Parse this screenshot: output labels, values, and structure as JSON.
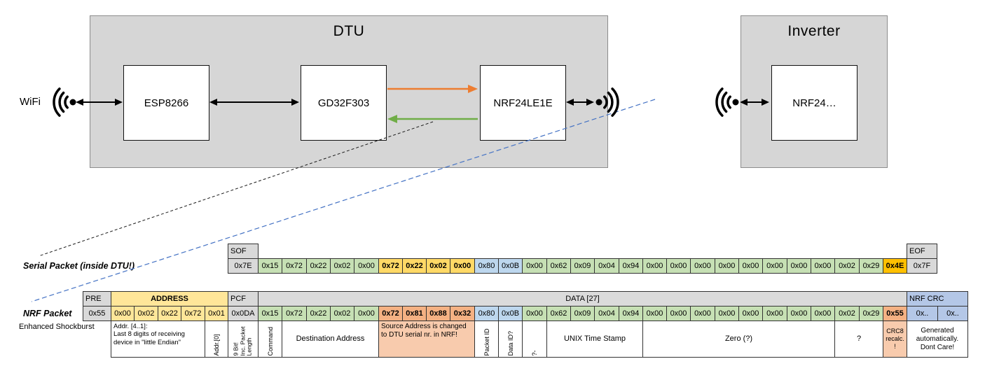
{
  "diagram": {
    "wifi_label": "WiFi",
    "dtu": {
      "title": "DTU",
      "chips": [
        "ESP8266",
        "GD32F303",
        "NRF24LE1E"
      ]
    },
    "inverter": {
      "title": "Inverter",
      "chip": "NRF24…"
    },
    "colors": {
      "orange_arrow": "#ED7D31",
      "green_arrow": "#70AD47",
      "blue_dashed": "#4472C4",
      "black": "#000000"
    }
  },
  "serial_packet": {
    "label": "Serial Packet (inside DTU!)",
    "sof_header": "SOF",
    "sof_value": "0x7E",
    "eof_header": "EOF",
    "eof_value": "0x7F",
    "bytes": [
      {
        "v": "0x15",
        "c": "green"
      },
      {
        "v": "0x72",
        "c": "green"
      },
      {
        "v": "0x22",
        "c": "green"
      },
      {
        "v": "0x02",
        "c": "green"
      },
      {
        "v": "0x00",
        "c": "green"
      },
      {
        "v": "0x72",
        "c": "gold",
        "b": true
      },
      {
        "v": "0x22",
        "c": "gold",
        "b": true
      },
      {
        "v": "0x02",
        "c": "gold",
        "b": true
      },
      {
        "v": "0x00",
        "c": "gold",
        "b": true
      },
      {
        "v": "0x80",
        "c": "blue"
      },
      {
        "v": "0x0B",
        "c": "blue"
      },
      {
        "v": "0x00",
        "c": "green"
      },
      {
        "v": "0x62",
        "c": "green"
      },
      {
        "v": "0x09",
        "c": "green"
      },
      {
        "v": "0x04",
        "c": "green"
      },
      {
        "v": "0x94",
        "c": "green"
      },
      {
        "v": "0x00",
        "c": "green"
      },
      {
        "v": "0x00",
        "c": "green"
      },
      {
        "v": "0x00",
        "c": "green"
      },
      {
        "v": "0x00",
        "c": "green"
      },
      {
        "v": "0x00",
        "c": "green"
      },
      {
        "v": "0x00",
        "c": "green"
      },
      {
        "v": "0x00",
        "c": "green"
      },
      {
        "v": "0x00",
        "c": "green"
      },
      {
        "v": "0x02",
        "c": "green"
      },
      {
        "v": "0x29",
        "c": "green"
      },
      {
        "v": "0x4E",
        "c": "amber",
        "b": true
      }
    ]
  },
  "nrf_packet": {
    "label": "NRF Packet",
    "sublabel": "Enhanced Shockburst",
    "pre_header": "PRE",
    "pre_value": "0x55",
    "address_header": "ADDRESS",
    "address_values": [
      "0x00",
      "0x02",
      "0x22",
      "0x72",
      "0x01"
    ],
    "pcf_header": "PCF",
    "pcf_value": "0x0DA",
    "data_header": "DATA [27]",
    "bytes": [
      {
        "v": "0x15",
        "c": "green"
      },
      {
        "v": "0x72",
        "c": "green"
      },
      {
        "v": "0x22",
        "c": "green"
      },
      {
        "v": "0x02",
        "c": "green"
      },
      {
        "v": "0x00",
        "c": "green"
      },
      {
        "v": "0x72",
        "c": "orange",
        "b": true
      },
      {
        "v": "0x81",
        "c": "orange",
        "b": true
      },
      {
        "v": "0x88",
        "c": "orange",
        "b": true
      },
      {
        "v": "0x32",
        "c": "orange",
        "b": true
      },
      {
        "v": "0x80",
        "c": "blue"
      },
      {
        "v": "0x0B",
        "c": "blue"
      },
      {
        "v": "0x00",
        "c": "green"
      },
      {
        "v": "0x62",
        "c": "green"
      },
      {
        "v": "0x09",
        "c": "green"
      },
      {
        "v": "0x04",
        "c": "green"
      },
      {
        "v": "0x94",
        "c": "green"
      },
      {
        "v": "0x00",
        "c": "green"
      },
      {
        "v": "0x00",
        "c": "green"
      },
      {
        "v": "0x00",
        "c": "green"
      },
      {
        "v": "0x00",
        "c": "green"
      },
      {
        "v": "0x00",
        "c": "green"
      },
      {
        "v": "0x00",
        "c": "green"
      },
      {
        "v": "0x00",
        "c": "green"
      },
      {
        "v": "0x00",
        "c": "green"
      },
      {
        "v": "0x02",
        "c": "green"
      },
      {
        "v": "0x29",
        "c": "green"
      },
      {
        "v": "0x55",
        "c": "orange",
        "b": true
      }
    ],
    "crc_header": "NRF CRC",
    "crc_values": [
      "0x..",
      "0x.."
    ]
  },
  "annotations": {
    "addr41": "Addr. [4..1]:\nLast 8 digits of receiving device in \"little Endian\"",
    "addr0": "Addr.[0]",
    "pcf": "9 Bit!\nInc. Packet Length",
    "command": "Command",
    "dest": "Destination Address",
    "src": "Source Address is changed to DTU serial nr. in NRF!",
    "packet_id": "Packet ID",
    "data_id": "Data ID?",
    "unknown1": "?-",
    "unix": "UNIX Time Stamp",
    "zero": "Zero (?)",
    "unknown2": "?",
    "crc8": "CRC8 recalc. !",
    "generated": "Generated automatically. Dont Care!"
  },
  "cell_colors": {
    "green": "#C6E0B4",
    "gold": "#FFD966",
    "amber": "#FFC000",
    "blue": "#BDD7EE",
    "orange": "#F4B183",
    "orange_light": "#F8CBAD",
    "yellow": "#FFE699",
    "gray": "#D9D9D9",
    "data_gray": "#DBDBDB",
    "crc_blue": "#B4C7E7"
  }
}
